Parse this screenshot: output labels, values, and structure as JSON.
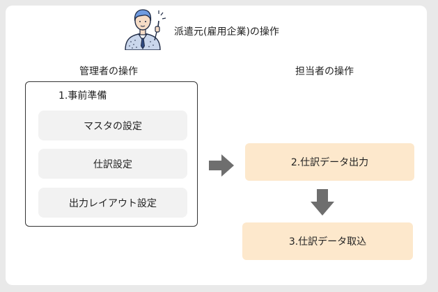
{
  "header": {
    "title": "派遣元(雇用企業)の操作",
    "figure_icon": "businessman-pointing-icon"
  },
  "admin": {
    "heading": "管理者の操作",
    "box_title": "1.事前準備",
    "items": [
      {
        "label": "マスタの設定"
      },
      {
        "label": "仕訳設定"
      },
      {
        "label": "出力レイアウト設定"
      }
    ]
  },
  "staff": {
    "heading": "担当者の操作",
    "steps": [
      {
        "label": "2.仕訳データ出力"
      },
      {
        "label": "3.仕訳データ取込"
      }
    ]
  },
  "colors": {
    "step_fill": "#fde8cc",
    "item_fill": "#f2f2f2",
    "arrow": "#6e6e6e",
    "box_border": "#333333"
  }
}
